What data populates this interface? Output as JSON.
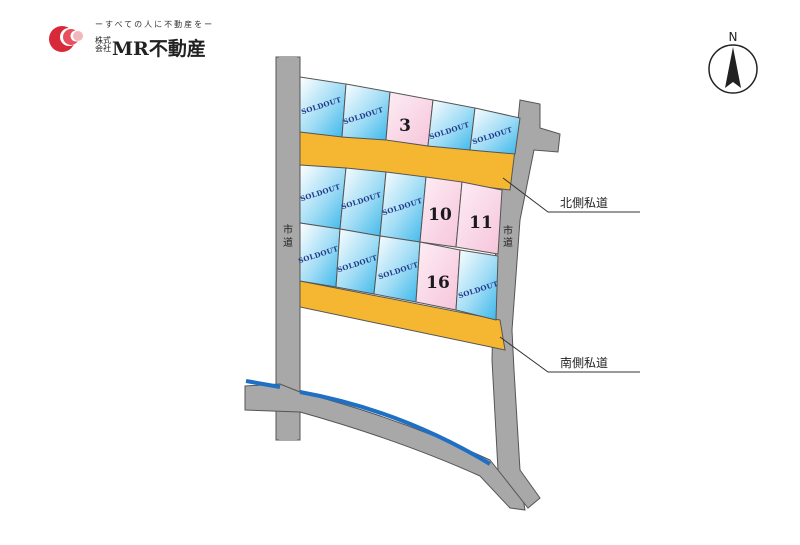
{
  "company": {
    "tagline": "ーすべての人に不動産をー",
    "kaisha": "株式会社",
    "name": "MR不動産"
  },
  "compass": {
    "label": "N"
  },
  "roads": {
    "west": "市道",
    "east": "市道",
    "north_private": "北側私道",
    "south_private": "南側私道"
  },
  "lots": {
    "row1": [
      "SOLDOUT",
      "SOLDOUT",
      "3",
      "SOLDOUT",
      "SOLDOUT"
    ],
    "row2": [
      "SOLDOUT",
      "SOLDOUT",
      "SOLDOUT",
      "10",
      "11"
    ],
    "row3": [
      "SOLDOUT",
      "SOLDOUT",
      "SOLDOUT",
      "16",
      "SOLDOUT"
    ]
  },
  "colors": {
    "sold": "#4fc3ee",
    "available": "#f7c9de",
    "private_road": "#f5b731",
    "public_road": "#a8a8a8",
    "river": "#1f6fc4",
    "logo_red": "#d7293a"
  }
}
